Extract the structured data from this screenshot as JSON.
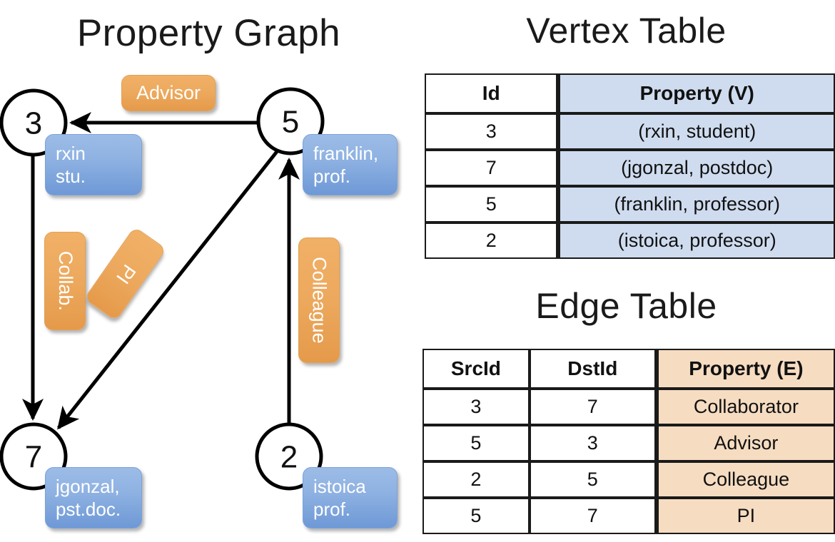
{
  "panels": {
    "graph_title": "Property Graph",
    "vertex_title": "Vertex Table",
    "edge_title": "Edge Table"
  },
  "graph": {
    "vertices": [
      {
        "id": "3",
        "property_label": "rxin\nstu."
      },
      {
        "id": "5",
        "property_label": "franklin,\nprof."
      },
      {
        "id": "7",
        "property_label": "jgonzal,\npst.doc."
      },
      {
        "id": "2",
        "property_label": "istoica\nprof."
      }
    ],
    "edge_labels": {
      "advisor": "Advisor",
      "collab": "Collab.",
      "pi": "PI",
      "colleague": "Colleague"
    },
    "colors": {
      "vertex_chip": "#8FB2E2",
      "edge_chip": "#EDAA5F",
      "stroke": "#000000"
    }
  },
  "vertex_table": {
    "headers": [
      "Id",
      "Property (V)"
    ],
    "rows": [
      {
        "id": "3",
        "property": "(rxin, student)"
      },
      {
        "id": "7",
        "property": "(jgonzal, postdoc)"
      },
      {
        "id": "5",
        "property": "(franklin, professor)"
      },
      {
        "id": "2",
        "property": "(istoica, professor)"
      }
    ],
    "property_column_color": "#CFDCEF"
  },
  "edge_table": {
    "headers": [
      "SrcId",
      "DstId",
      "Property (E)"
    ],
    "rows": [
      {
        "src": "3",
        "dst": "7",
        "property": "Collaborator"
      },
      {
        "src": "5",
        "dst": "3",
        "property": "Advisor"
      },
      {
        "src": "2",
        "dst": "5",
        "property": "Colleague"
      },
      {
        "src": "5",
        "dst": "7",
        "property": "PI"
      }
    ],
    "property_column_color": "#F6DCC1"
  }
}
